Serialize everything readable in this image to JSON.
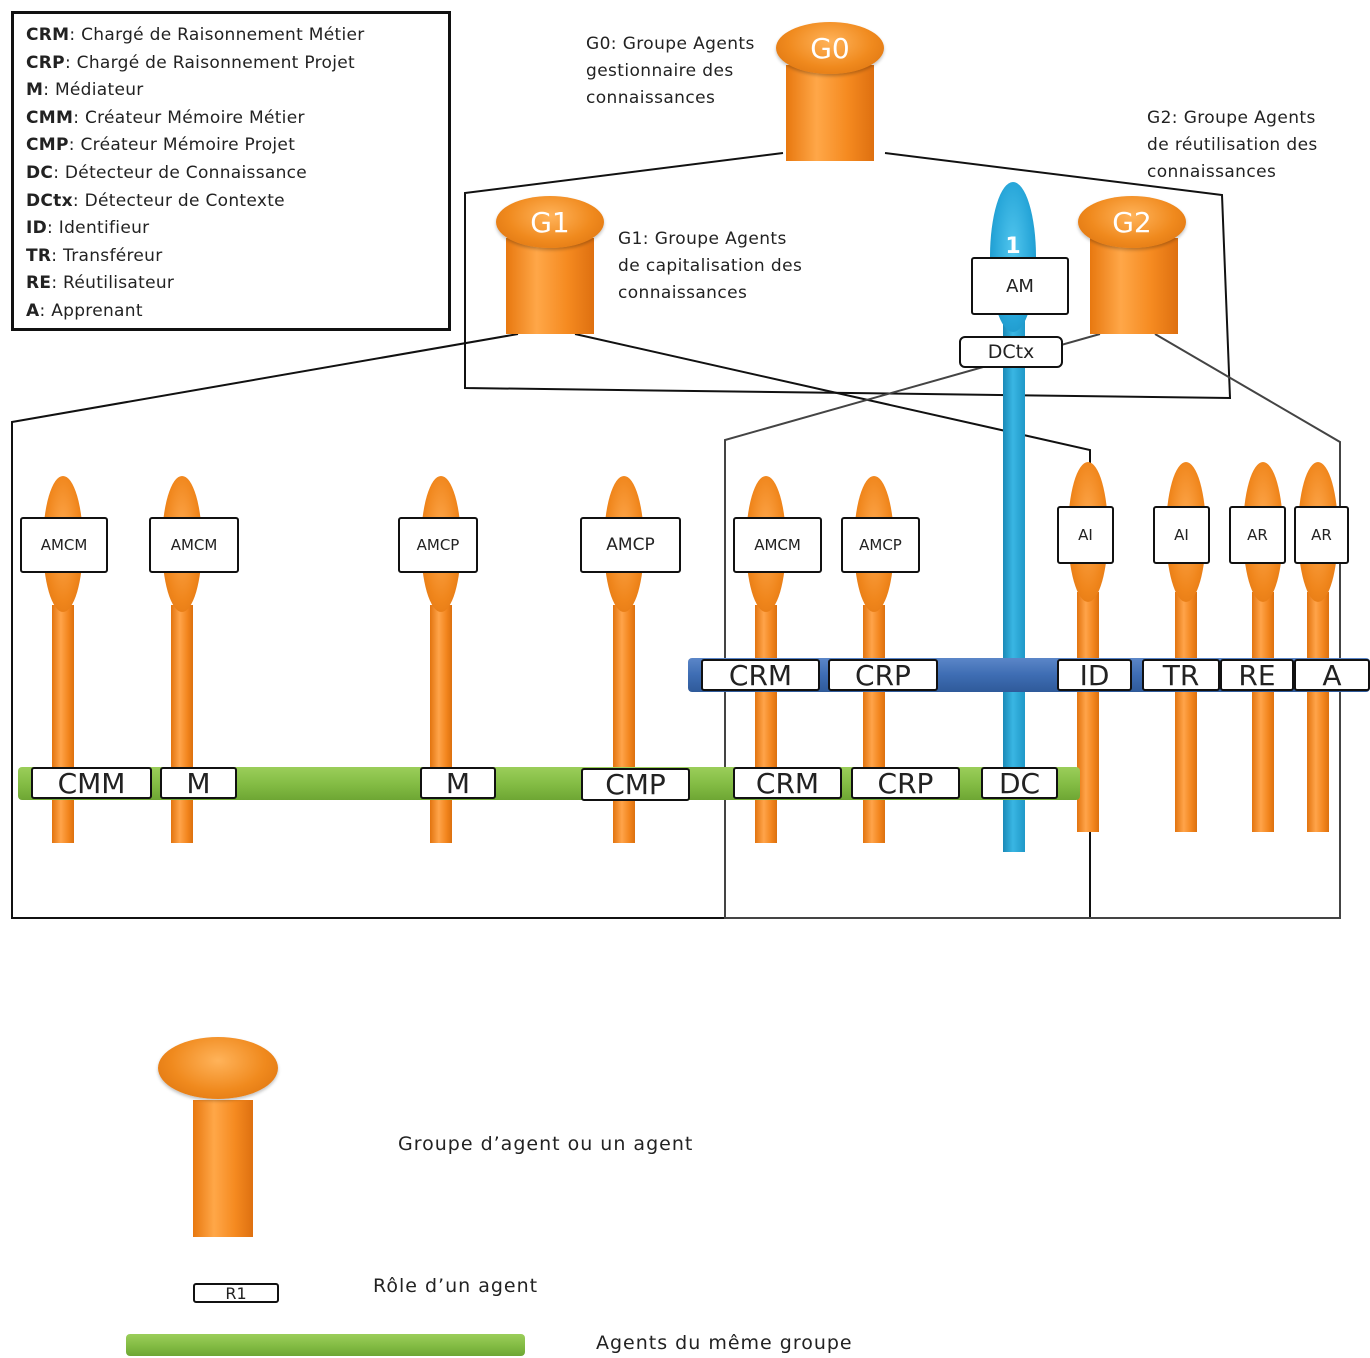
{
  "legend": [
    {
      "abbr": "CRM",
      "text": ": Chargé de Raisonnement Métier"
    },
    {
      "abbr": "CRP",
      "text": ":  Chargé de Raisonnement Projet"
    },
    {
      "abbr": "M",
      "text": ": Médiateur"
    },
    {
      "abbr": "CMM",
      "text": ": Créateur Mémoire Métier"
    },
    {
      "abbr": "CMP",
      "text": ": Créateur Mémoire Projet"
    },
    {
      "abbr": "DC",
      "text": ": Détecteur de Connaissance"
    },
    {
      "abbr": "DCtx",
      "text": ": Détecteur de Contexte"
    },
    {
      "abbr": "ID",
      "text": ": Identifieur"
    },
    {
      "abbr": "TR",
      "text": ": Transféreur"
    },
    {
      "abbr": "RE",
      "text": ": Réutilisateur"
    },
    {
      "abbr": "A",
      "text": ": Apprenant"
    }
  ],
  "groups": {
    "g0": {
      "label": "G0",
      "note": [
        "G0: Groupe  Agents",
        "gestionnaire des",
        "connaissances"
      ]
    },
    "g1": {
      "label": "G1",
      "note": [
        "G1: Groupe  Agents",
        "de capitalisation des",
        "connaissances"
      ]
    },
    "g2": {
      "label": "G2",
      "note": [
        "G2: Groupe  Agents",
        "de réutilisation des",
        "connaissances"
      ]
    }
  },
  "am": {
    "number": "1",
    "label": "AM",
    "dctx": "DCtx"
  },
  "agents": [
    "AMCM",
    "AMCM",
    "AMCP",
    "AMCP",
    "AMCM",
    "AMCP",
    "AI",
    "AI",
    "AR",
    "AR"
  ],
  "blue_roles": [
    "CRM",
    "CRP",
    "ID",
    "TR",
    "RE",
    "A"
  ],
  "green_roles": [
    "CMM",
    "M",
    "M",
    "CMP",
    "CRM",
    "CRP",
    "DC"
  ],
  "bottom_legend": {
    "agent_label": "Groupe d’agent ou un agent",
    "role_sample": "R1",
    "role_label": "Rôle d’un agent",
    "group_label": "Agents du même groupe"
  },
  "colors": {
    "orange": "#f08a1e",
    "blue_bar": "#3e6db3",
    "green_bar": "#82bb43",
    "cyan": "#2aa6d6"
  }
}
